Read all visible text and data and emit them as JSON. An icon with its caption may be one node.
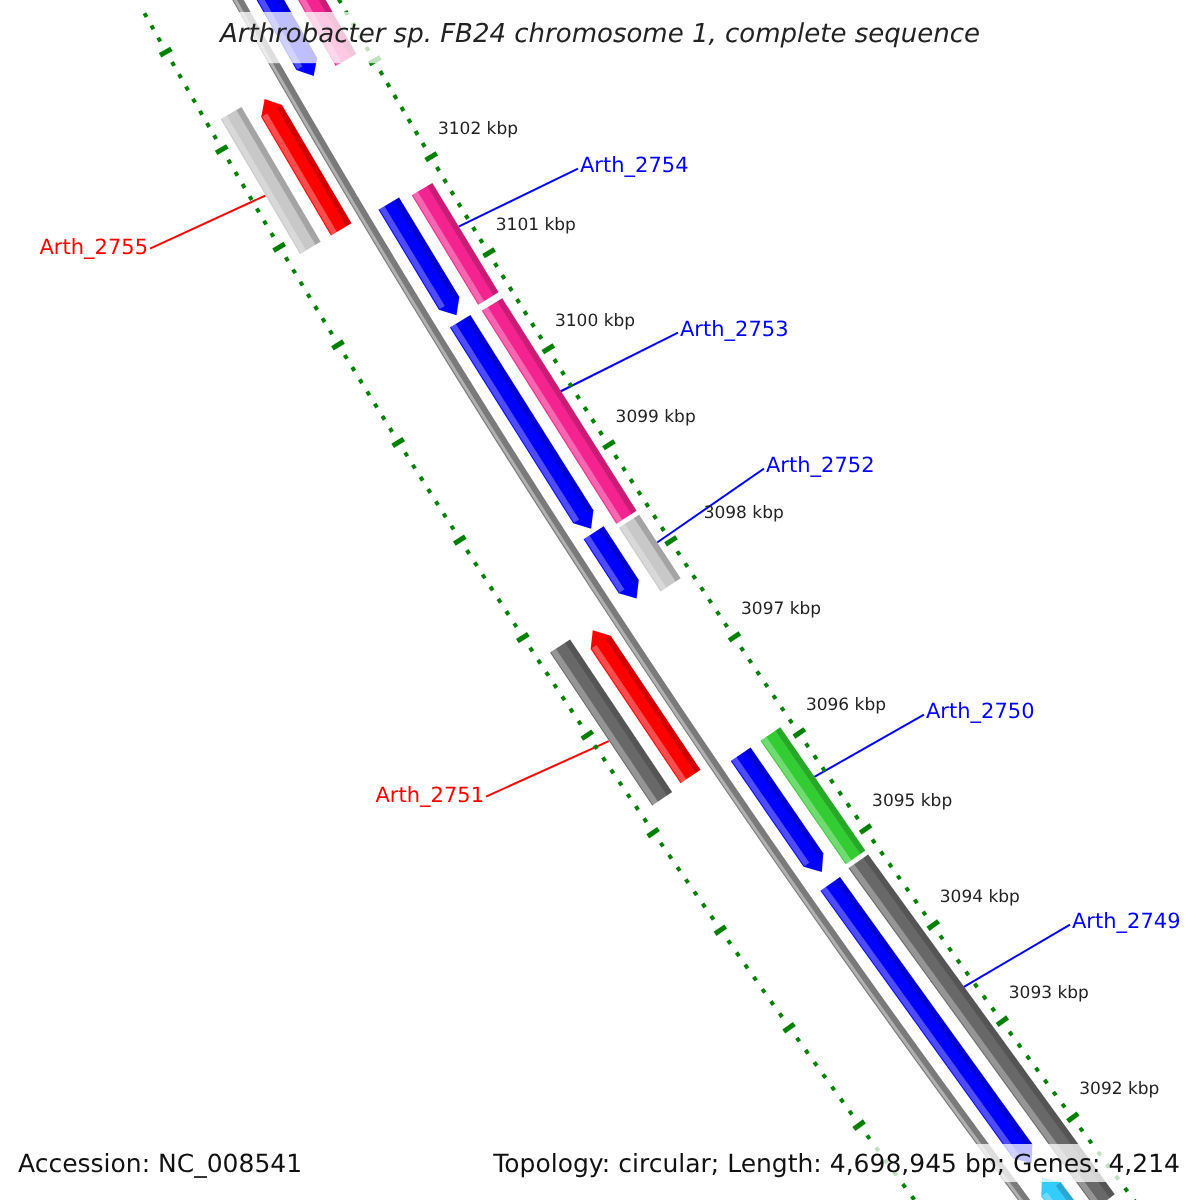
{
  "diagram": {
    "title": "Arthrobacter sp. FB24 chromosome 1, complete sequence",
    "nodes": [
      {
        "text": [
          "Arth_2754"
        ]
      },
      {
        "text": [],
        "shape": "bar"
      },
      {
        "text": [
          "Arth_2755"
        ]
      },
      {
        "text": [],
        "shape": "bar"
      },
      {
        "text": [
          "Arth_2753"
        ]
      },
      {
        "text": [],
        "shape": "bar"
      },
      {
        "text": [
          "Arth_2752"
        ]
      },
      {
        "text": [],
        "shape": "bar"
      },
      {
        "text": [
          "Arth_2751"
        ]
      },
      {
        "text": [],
        "shape": "bar"
      },
      {
        "text": [
          "Arth_2750"
        ]
      },
      {
        "text": [],
        "shape": "bar"
      },
      {
        "text": [
          "Arth_2749"
        ]
      },
      {
        "text": [],
        "shape": "bar"
      },
      {
        "text": [],
        "shape": "bar"
      },
      {
        "text": [],
        "shape": "bar"
      },
      {
        "text": [],
        "shape": "bar"
      },
      {
        "text": [],
        "shape": "bar"
      },
      {
        "text": [],
        "shape": "bar"
      },
      {
        "text": [],
        "shape": "bar"
      },
      {
        "text": [],
        "shape": "bar"
      },
      {
        "text": [],
        "shape": "bar"
      },
      {
        "text": [],
        "shape": "bar"
      },
      {
        "text": [],
        "shape": "bar"
      }
    ],
    "edges": [
      {
        "from": 0,
        "to": 1,
        "arrow": "none"
      },
      {
        "from": 2,
        "to": 3,
        "arrow": "none",
        "color": "#ff0000"
      },
      {
        "from": 4,
        "to": 5,
        "arrow": "none"
      },
      {
        "from": 6,
        "to": 7,
        "arrow": "none"
      },
      {
        "from": 8,
        "to": 9,
        "arrow": "none",
        "color": "#ff0000"
      },
      {
        "from": 10,
        "to": 11,
        "arrow": "none"
      },
      {
        "from": 12,
        "to": 13,
        "arrow": "none"
      }
    ],
    "labels": [
      "3102 kbp",
      "3101 kbp",
      "3100 kbp",
      "3099 kbp",
      "3098 kbp",
      "3097 kbp",
      "3096 kbp",
      "3095 kbp",
      "3094 kbp",
      "3093 kbp",
      "3092 kbp",
      "Accession: NC_008541",
      "Topology: circular; Length: 4,698,945 bp; Genes: 4,214"
    ]
  }
}
